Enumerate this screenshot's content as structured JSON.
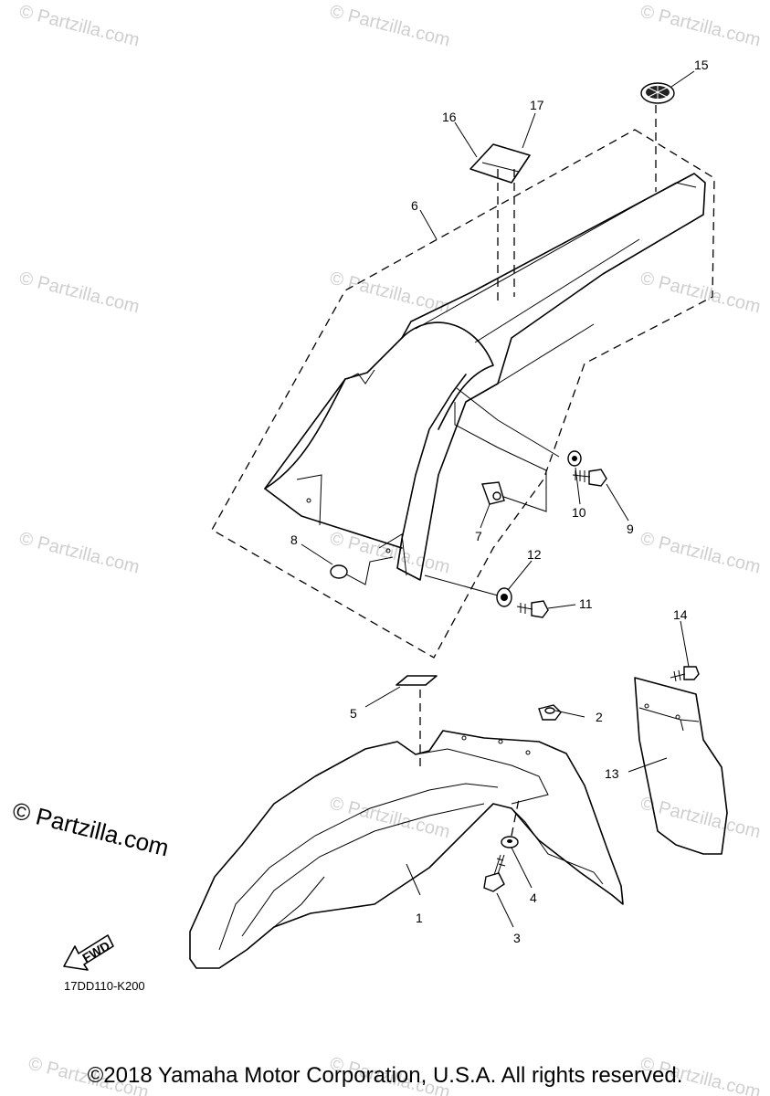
{
  "watermark": "© Partzilla.com",
  "watermark_big": "© Partzilla.com",
  "diagram_code": "17DD110-K200",
  "fwd_label": "FWD",
  "copyright": "©2018 Yamaha Motor Corporation, U.S.A. All rights reserved.",
  "callouts": {
    "c1": "1",
    "c2": "2",
    "c3": "3",
    "c4": "4",
    "c5": "5",
    "c6": "6",
    "c7": "7",
    "c8": "8",
    "c9": "9",
    "c10": "10",
    "c11": "11",
    "c12": "12",
    "c13": "13",
    "c14": "14",
    "c15": "15",
    "c16": "16",
    "c17": "17"
  }
}
